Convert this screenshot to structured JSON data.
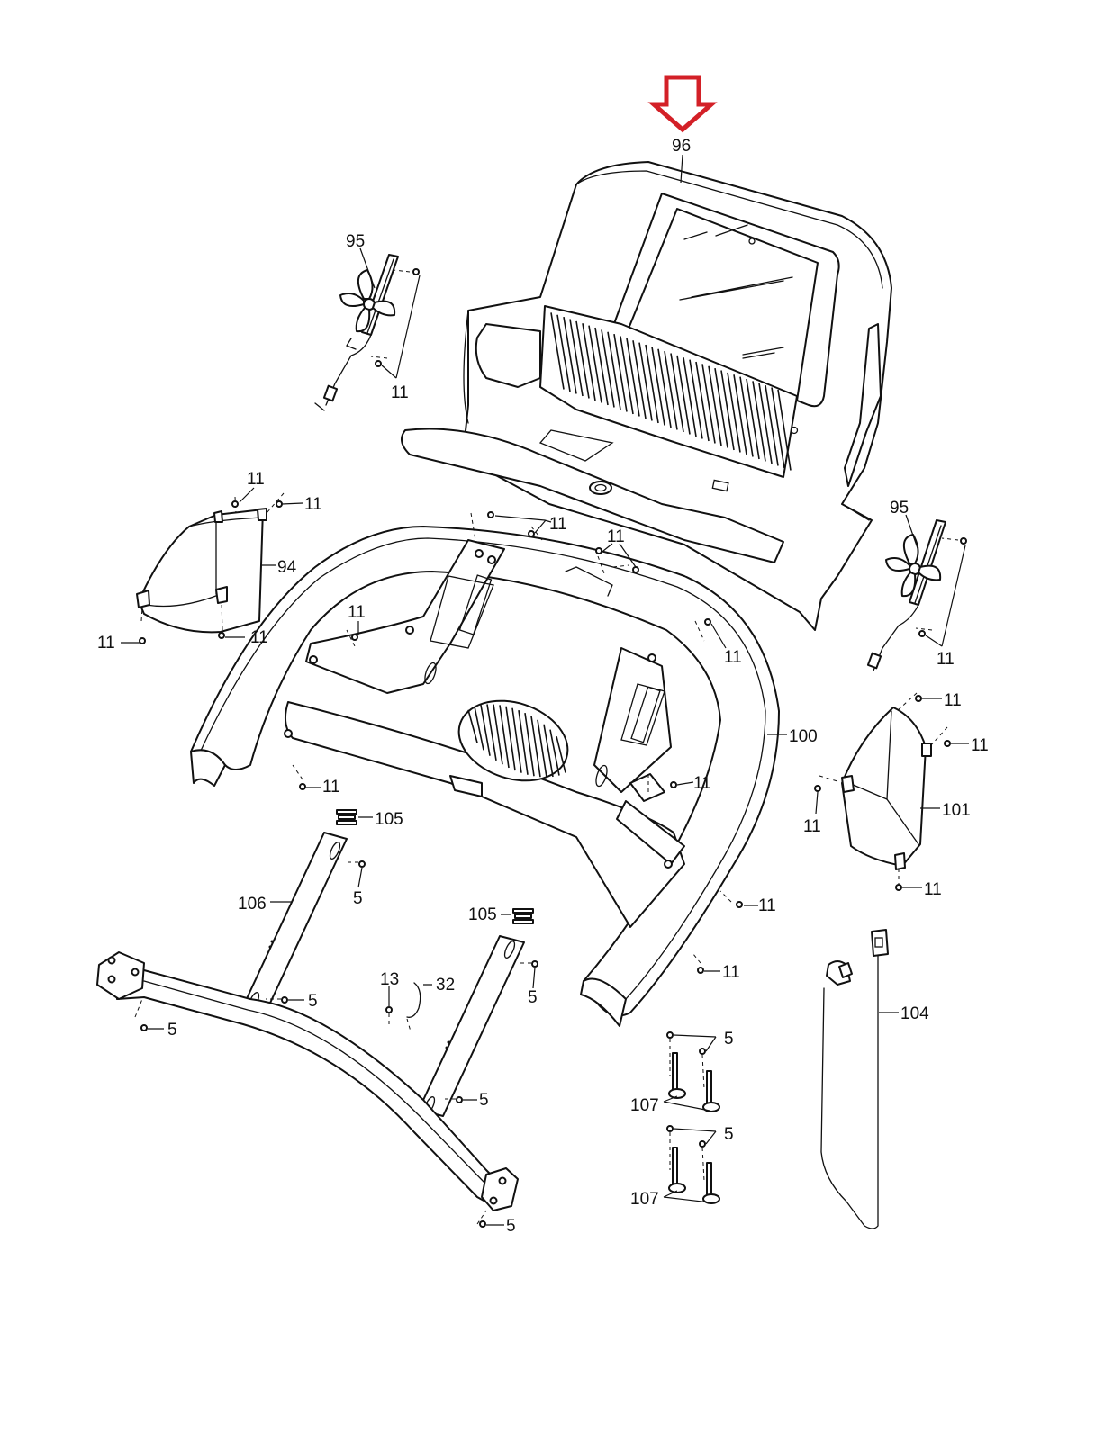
{
  "diagram": {
    "highlight_arrow_color": "#d32027",
    "callouts": {
      "c96": "96",
      "c95a": "95",
      "c11a": "11",
      "c95b": "95",
      "c11b": "11",
      "c94": "94",
      "c11_94_tl": "11",
      "c11_94_tr": "11",
      "c11_94_bl": "11",
      "c11_94_br": "11",
      "c11_top1": "11",
      "c11_top2": "11",
      "c11_left": "11",
      "c11_mid": "11",
      "c11_lower": "11",
      "c11_c1": "11",
      "c11_c2": "11",
      "c11_c3": "11",
      "c100": "100",
      "c101": "101",
      "c11_101_a": "11",
      "c11_101_b": "11",
      "c11_101_c": "11",
      "c11_101_d": "11",
      "c105a": "105",
      "c105b": "105",
      "c106": "106",
      "c5_a": "5",
      "c5_b": "5",
      "c5_c": "5",
      "c5_d": "5",
      "c5_e": "5",
      "c5_f": "5",
      "c13": "13",
      "c32": "32",
      "c104": "104",
      "c5_g": "5",
      "c107a": "107",
      "c5_h": "5",
      "c107b": "107"
    }
  }
}
